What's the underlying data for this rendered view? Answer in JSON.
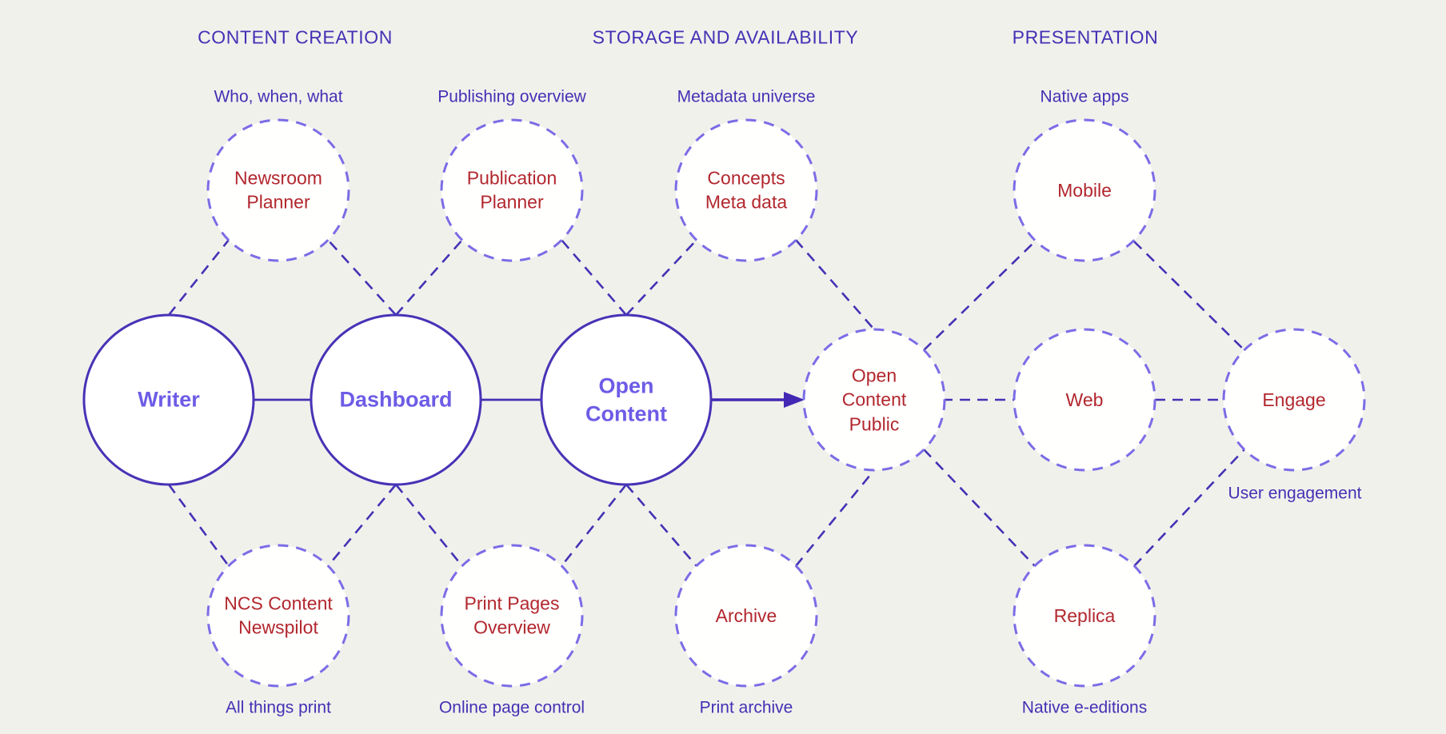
{
  "colors": {
    "background": "#f1f1ec",
    "header_text": "#4331b4",
    "caption_text": "#4331b4",
    "solid_node_stroke": "#4733b6",
    "dashed_node_stroke": "#7b6ce6",
    "edge_line": "#4333b5",
    "primary_node_label": "#6d5ce6",
    "secondary_node_label": "#b2272e"
  },
  "headers": {
    "content_creation": "CONTENT CREATION",
    "storage_and_availability": "STORAGE AND AVAILABILITY",
    "presentation": "PRESENTATION"
  },
  "nodes": {
    "writer": {
      "label": "Writer"
    },
    "dashboard": {
      "label": "Dashboard"
    },
    "open_content": {
      "label": "Open\nContent"
    },
    "newsroom_planner": {
      "label": "Newsroom\nPlanner",
      "caption": "Who, when, what"
    },
    "publication_planner": {
      "label": "Publication\nPlanner",
      "caption": "Publishing overview"
    },
    "concepts_meta_data": {
      "label": "Concepts\nMeta data",
      "caption": "Metadata universe"
    },
    "mobile": {
      "label": "Mobile",
      "caption": "Native apps"
    },
    "ncs_content_newspilot": {
      "label": "NCS Content\nNewspilot",
      "caption": "All things print"
    },
    "print_pages_overview": {
      "label": "Print Pages\nOverview",
      "caption": "Online page control"
    },
    "archive": {
      "label": "Archive",
      "caption": "Print archive"
    },
    "open_content_public": {
      "label": "Open\nContent\nPublic"
    },
    "web": {
      "label": "Web"
    },
    "engage": {
      "label": "Engage",
      "caption": "User engagement"
    },
    "replica": {
      "label": "Replica",
      "caption": "Native e-editions"
    }
  }
}
